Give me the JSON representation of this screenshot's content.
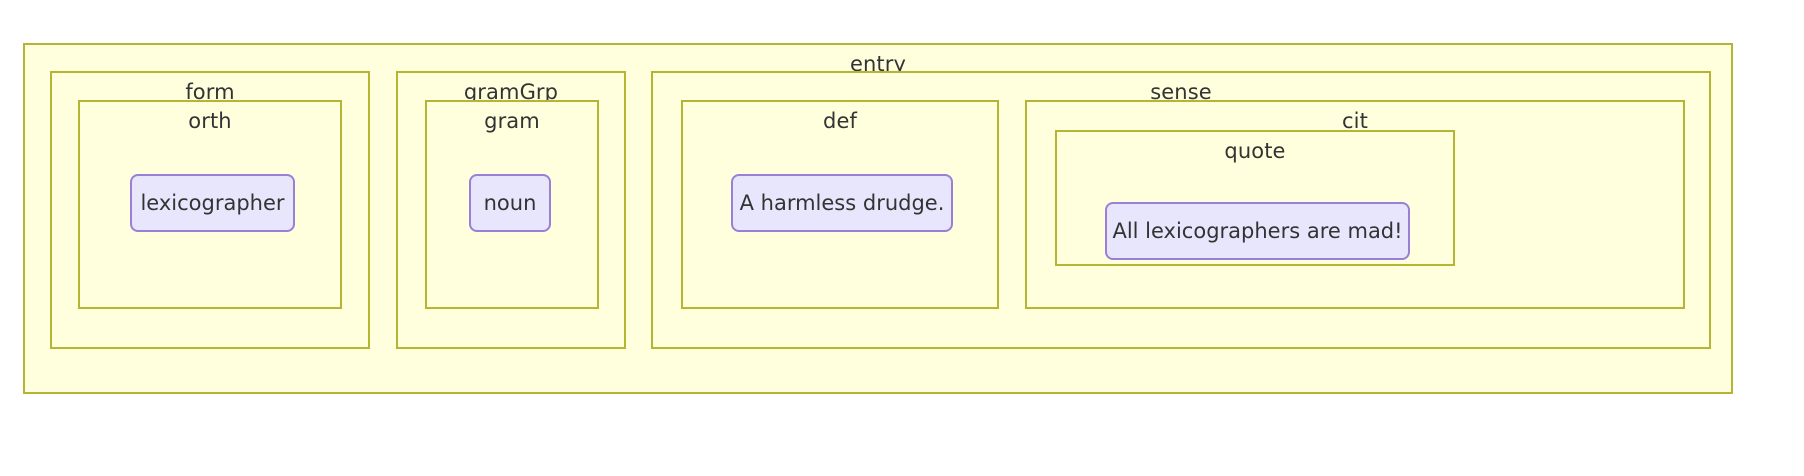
{
  "diagram": {
    "type": "nested-box-tree",
    "palette": {
      "element_border": "#b5b533",
      "element_fill": "#ffffdd",
      "leaf_border": "#9a7fd6",
      "leaf_fill": "#e8e6fc",
      "text": "#333333",
      "page_background": "#ffffff"
    },
    "root": {
      "label": "entry",
      "children": [
        {
          "label": "form",
          "children": [
            {
              "label": "orth",
              "value": "lexicographer"
            }
          ]
        },
        {
          "label": "gramGrp",
          "children": [
            {
              "label": "gram",
              "value": "noun"
            }
          ]
        },
        {
          "label": "sense",
          "children": [
            {
              "label": "def",
              "value": "A harmless drudge."
            },
            {
              "label": "cit",
              "children": [
                {
                  "label": "quote",
                  "value": "All lexicographers are mad!"
                }
              ]
            }
          ]
        }
      ]
    },
    "labels": {
      "entry": "entry",
      "form": "form",
      "orth": "orth",
      "gramGrp": "gramGrp",
      "gram": "gram",
      "sense": "sense",
      "def": "def",
      "cit": "cit",
      "quote": "quote"
    },
    "values": {
      "orth": "lexicographer",
      "gram": "noun",
      "def": "A harmless drudge.",
      "quote": "All lexicographers are mad!"
    }
  }
}
